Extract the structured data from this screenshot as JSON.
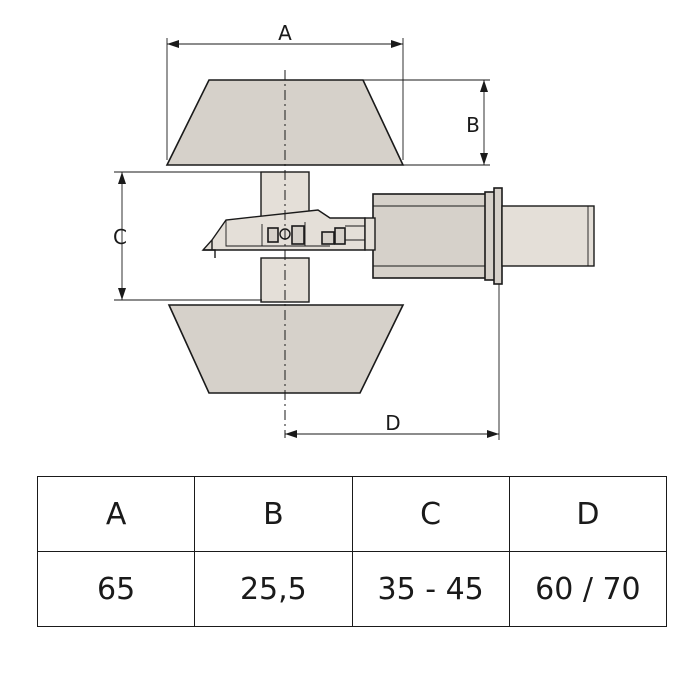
{
  "drawing": {
    "dimension_labels": {
      "a": "A",
      "b": "B",
      "c": "C",
      "d": "D"
    }
  },
  "table": {
    "headers": [
      "A",
      "B",
      "C",
      "D"
    ],
    "values": [
      "65",
      "25,5",
      "35 - 45",
      "60 / 70"
    ]
  },
  "colors": {
    "line": "#1a1a1a",
    "body_fill": "#d6d1ca",
    "background": "#ffffff"
  }
}
